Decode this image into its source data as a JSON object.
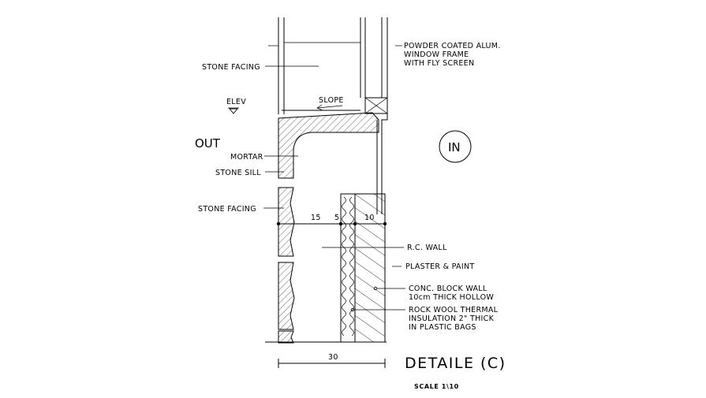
{
  "labels": {
    "window_line1": "POWDER COATED ALUM.",
    "window_line2": "WINDOW FRAME",
    "window_line3": "WITH FLY SCREEN",
    "stone_facing_top": "STONE FACING",
    "elev": "ELEV",
    "slope": "SLOPE",
    "out": "OUT",
    "in": "IN",
    "mortar": "MORTAR",
    "stone_sill": "STONE SILL",
    "stone_facing_mid": "STONE FACING",
    "rc_wall": "R.C. WALL",
    "plaster_paint": "PLASTER & PAINT",
    "block_line1": "CONC. BLOCK WALL",
    "block_line2": "10cm THICK  HOLLOW",
    "insul_line1": "ROCK WOOL THERMAL",
    "insul_line2": "INSULATION 2\" THICK",
    "insul_line3": "IN PLASTIC BAGS"
  },
  "dimensions": {
    "d15": "15",
    "d5": "5",
    "d10": "10",
    "d30": "30"
  },
  "title": {
    "name": "DETAILE (C)",
    "scale": "SCALE 1\\10"
  }
}
